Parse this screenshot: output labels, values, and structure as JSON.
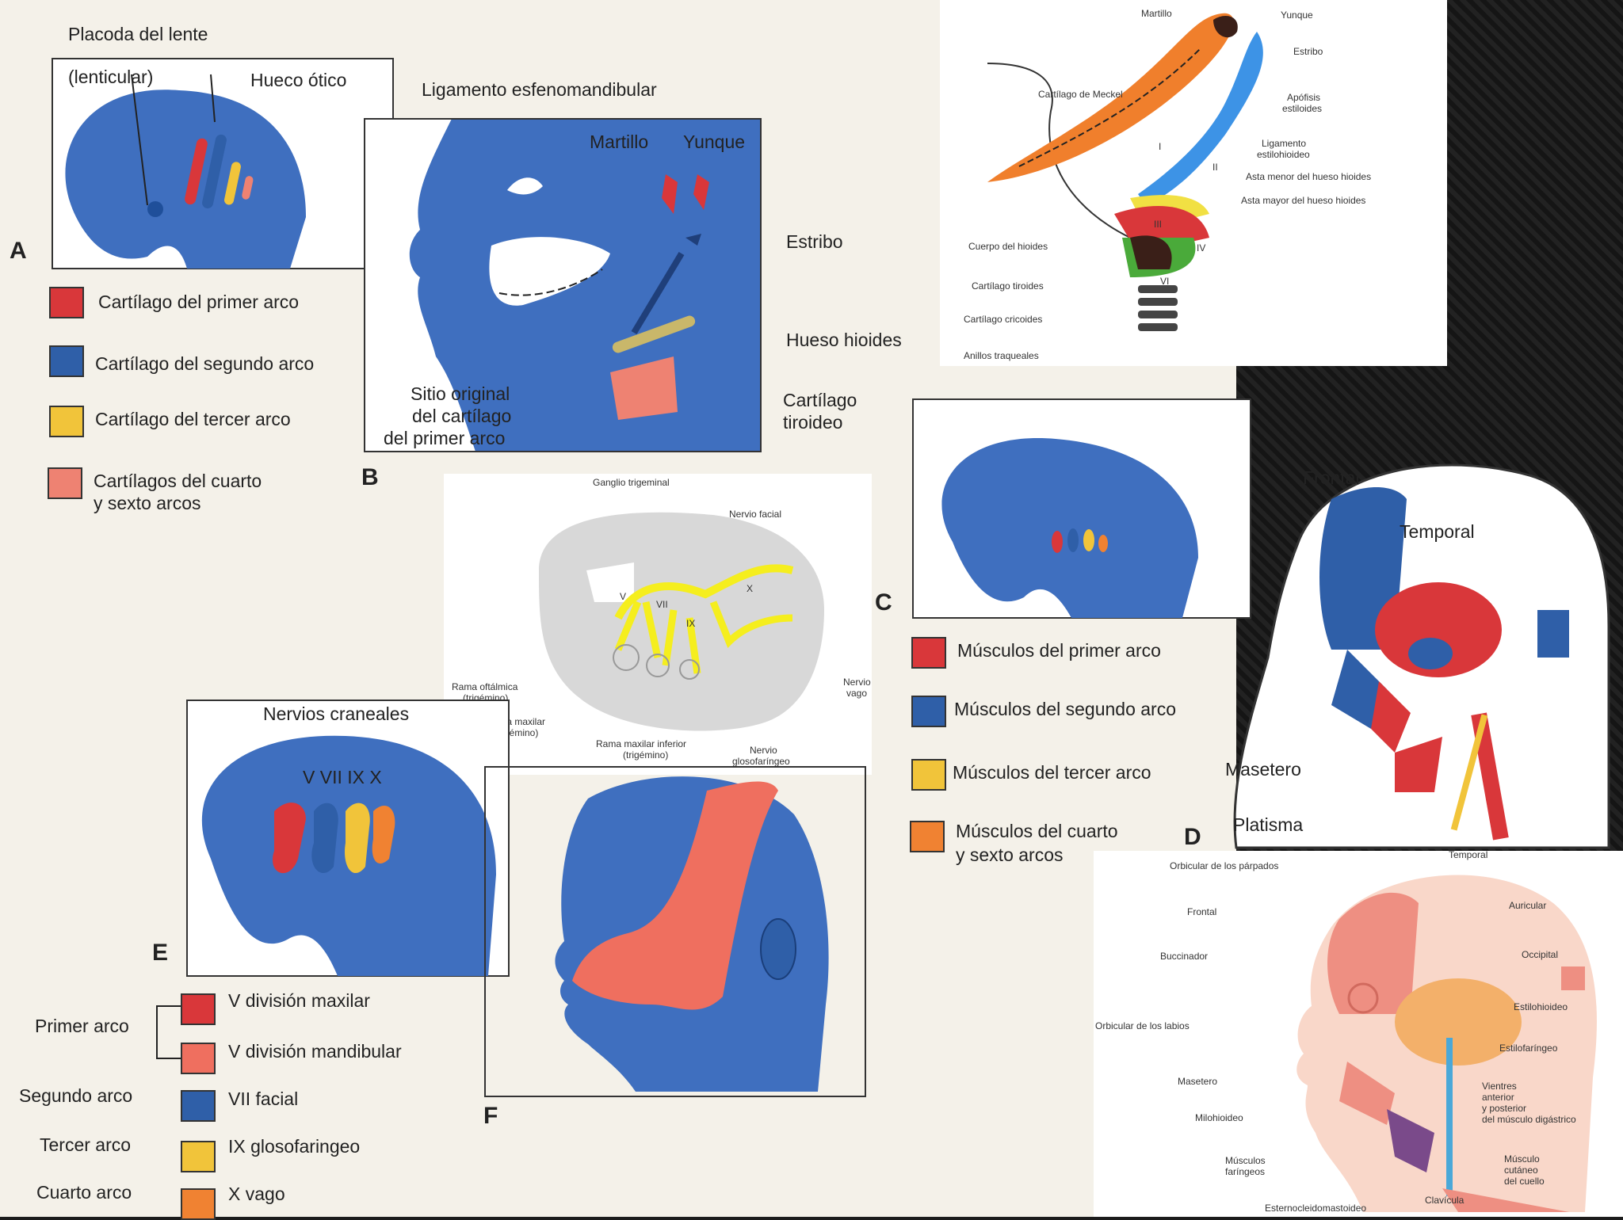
{
  "colors": {
    "blue": "#3f6fbf",
    "dark_blue": "#1f4f9a",
    "red": "#d9373a",
    "salmon": "#ef6f5f",
    "yellow": "#f1c43a",
    "orange": "#f08232",
    "pink": "#ee8f82",
    "nerve_yellow": "#f5ee1e",
    "meckel_orange": "#f07f2c",
    "hyoid_blue": "#3d93e6"
  },
  "panelA": {
    "label": "A",
    "title": "Placoda del lente",
    "lenticular": "(lenticular)",
    "otic": "Hueco ótico"
  },
  "legend1": [
    {
      "text": "Cartílago del primer arco",
      "color": "#d9373a"
    },
    {
      "text": "Cartílago del segundo arco",
      "color": "#2f5fa8"
    },
    {
      "text": "Cartílago del tercer arco",
      "color": "#f1c43a"
    },
    {
      "text": "Cartílagos del cuarto",
      "text2": "y sexto arcos",
      "color": "#ee8272"
    }
  ],
  "panelB": {
    "label": "B",
    "ligament": "Ligamento esfenomandibular",
    "malleus": "Martillo",
    "incus": "Yunque",
    "stapes": "Estribo",
    "hyoid": "Hueso hioides",
    "thyroid1": "Cartílago",
    "thyroid2": "tiroideo",
    "orig1": "Sitio original",
    "orig2": "del cartílago",
    "orig3": "del primer arco"
  },
  "topRight": {
    "martillo": "Martillo",
    "yunque": "Yunque",
    "estribo": "Estribo",
    "meckel": "Cartílago de Meckel",
    "apofisis1": "Apófisis",
    "apofisis2": "estiloides",
    "lig1": "Ligamento",
    "lig2": "estilohioideo",
    "asta_menor": "Asta menor del hueso hioides",
    "asta_mayor": "Asta mayor del hueso hioides",
    "cuerpo": "Cuerpo del hioides",
    "tiroides": "Cartílago tiroides",
    "cricoides": "Cartílago cricoides",
    "anillos": "Anillos traqueales",
    "numerals": [
      "I",
      "II",
      "III",
      "IV",
      "VI"
    ]
  },
  "nerveDiagram": {
    "ganglio": "Ganglio trigeminal",
    "facial": "Nervio facial",
    "oftalmica1": "Rama oftálmica",
    "oftalmica2": "(trigémino)",
    "maxilar1": "Rama maxilar",
    "maxilar2": "(trigémino)",
    "inferior1": "Rama maxilar inferior",
    "inferior2": "(trigémino)",
    "glosofaringeo1": "Nervio",
    "glosofaringeo2": "glosofaríngeo",
    "vago1": "Nervio",
    "vago2": "vago",
    "numerals": [
      "V",
      "VII",
      "IX",
      "X"
    ]
  },
  "panelC": {
    "label": "C"
  },
  "legend2": [
    {
      "text": "Músculos del primer arco",
      "color": "#d9373a"
    },
    {
      "text": "Músculos del segundo arco",
      "color": "#2f5fa8"
    },
    {
      "text": "Músculos del tercer arco",
      "color": "#f1c43a"
    },
    {
      "text": "Músculos del cuarto",
      "text2": "y sexto arcos",
      "color": "#f08232"
    }
  ],
  "panelD": {
    "label": "D",
    "frontal": "Frontal",
    "temporal": "Temporal",
    "masetero": "Masetero",
    "platisma": "Platisma"
  },
  "panelE": {
    "label": "E",
    "title": "Nervios craneales",
    "numerals": "V  VII  IX  X"
  },
  "panelF": {
    "label": "F"
  },
  "legend3": {
    "primer": "Primer arco",
    "segundo": "Segundo arco",
    "tercer": "Tercer arco",
    "cuarto": "Cuarto arco",
    "items": [
      {
        "text": "V división maxilar",
        "color": "#d9373a"
      },
      {
        "text": "V división mandibular",
        "color": "#ef6f5f"
      },
      {
        "text": "VII facial",
        "color": "#2f5fa8"
      },
      {
        "text": "IX glosofaringeo",
        "color": "#f1c43a"
      },
      {
        "text": "X vago",
        "color": "#f08232"
      }
    ]
  },
  "bottomRight": {
    "orbicular_parpados": "Orbicular de los párpados",
    "temporal": "Temporal",
    "frontal": "Frontal",
    "auricular": "Auricular",
    "buccinador": "Buccinador",
    "occipital": "Occipital",
    "estilohioideo": "Estilohioideo",
    "orbicular_labios": "Orbicular de los labios",
    "estilofaringeo": "Estilofaríngeo",
    "masetero": "Masetero",
    "vientres1": "Vientres",
    "vientres2": "anterior",
    "vientres3": "y posterior",
    "vientres4": "del músculo digástrico",
    "milohioideo": "Milohioideo",
    "faringeos1": "Músculos",
    "faringeos2": "faríngeos",
    "cutaneo1": "Músculo",
    "cutaneo2": "cutáneo",
    "cutaneo3": "del cuello",
    "clavicula": "Clavícula",
    "esterno": "Esternocleidomastoideo"
  }
}
